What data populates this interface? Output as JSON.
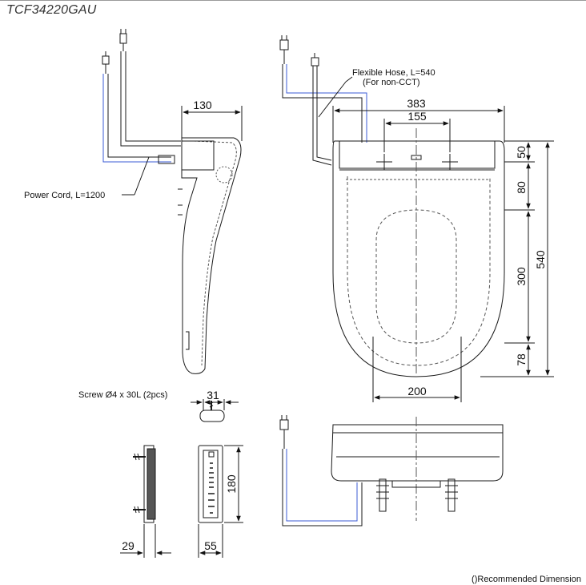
{
  "title": "TCF34220GAU",
  "labels": {
    "power_cord": "Power Cord, L=1200",
    "flexible_hose": "Flexible Hose, L=540",
    "non_cct": "(For non-CCT)",
    "screw": "Screw Ø4 x 30L (2pcs)",
    "footer": "()Recommended Dimension"
  },
  "dimensions": {
    "side_depth": "130",
    "top_width": "383",
    "top_hole_spacing": "155",
    "right_50": "50",
    "right_80": "80",
    "right_300": "300",
    "right_78": "78",
    "total_length": "540",
    "bottom_200": "200",
    "remote_31": "31",
    "remote_180": "180",
    "remote_29": "29",
    "remote_55": "55"
  },
  "colors": {
    "line": "#1a1a1a",
    "hidden_line": "#555555",
    "hose_blue": "#3b5bd6"
  }
}
